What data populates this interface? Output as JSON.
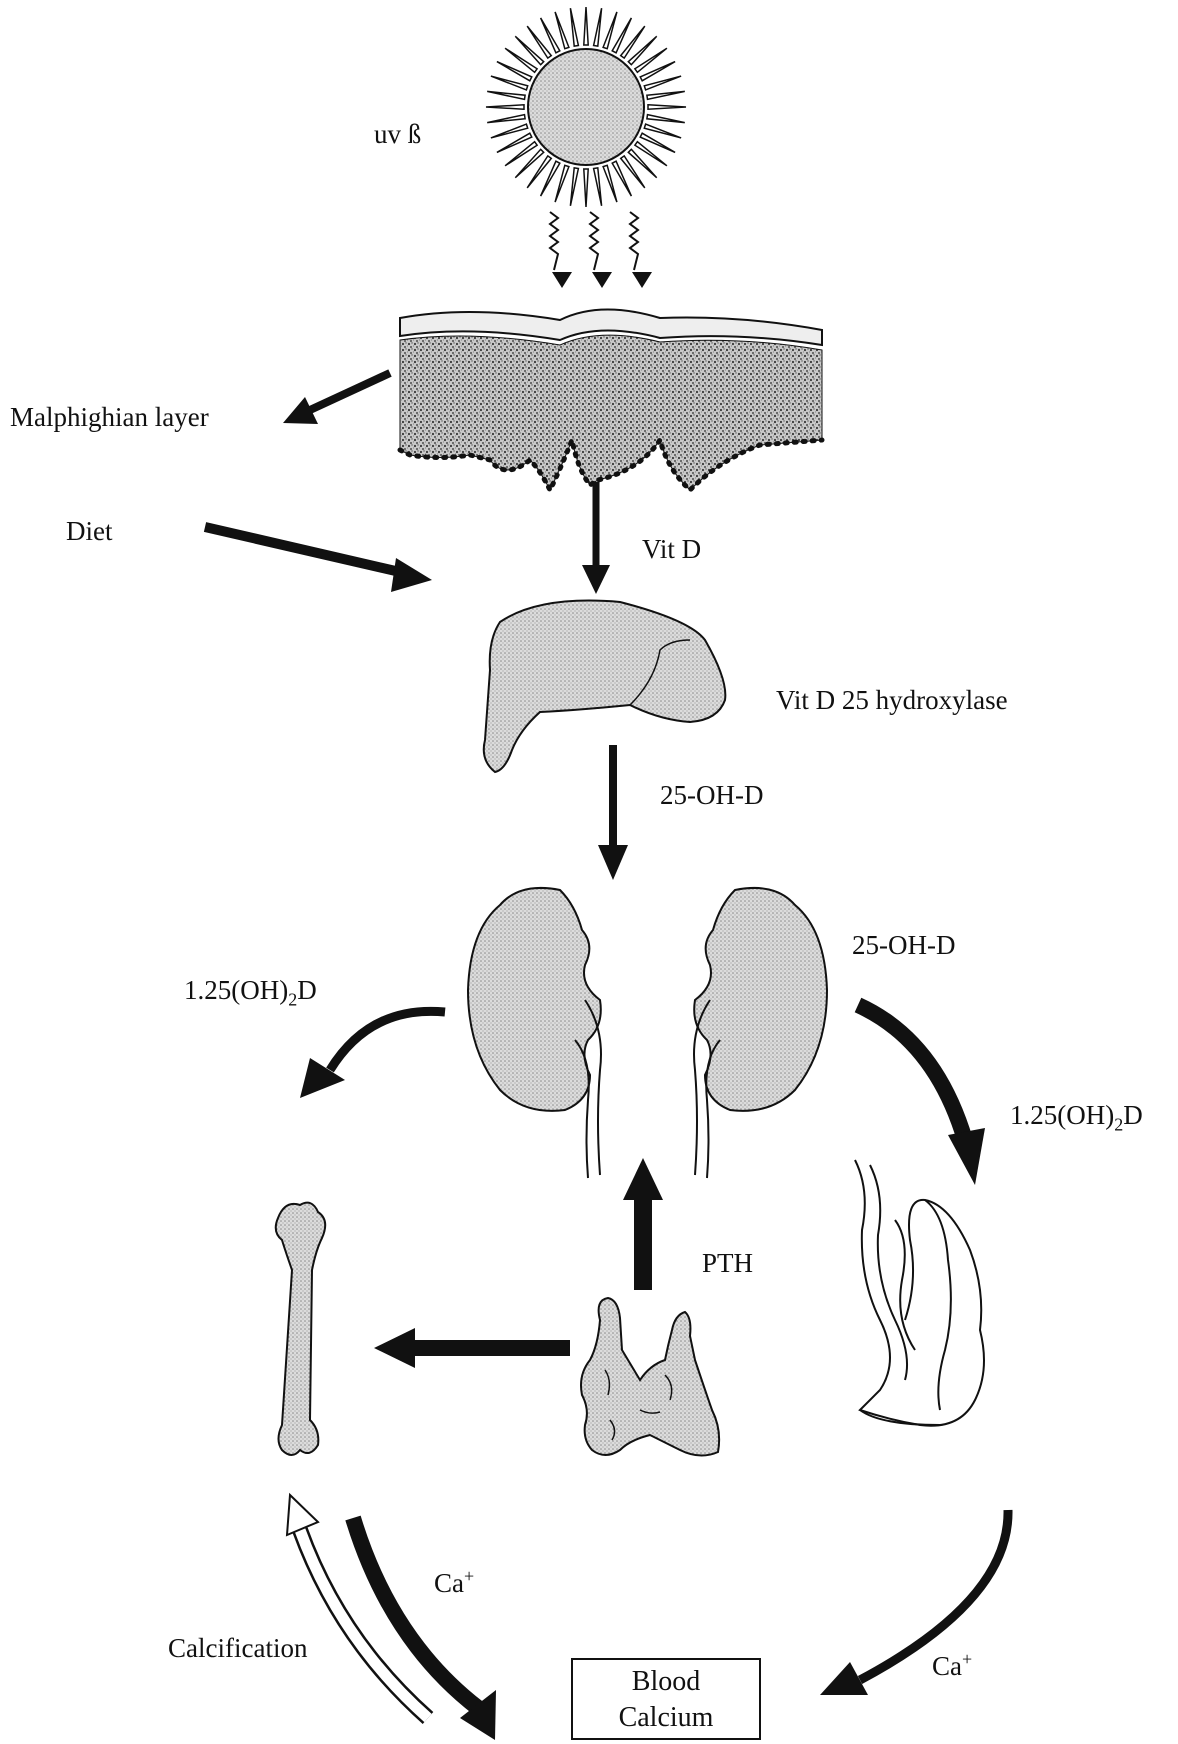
{
  "labels": {
    "uv": "uv ß",
    "malpighian": "Malphighian layer",
    "diet": "Diet",
    "vitd": "Vit  D",
    "hydroxylase": "Vit D 25 hydroxylase",
    "ohd_liver": "25-OH-D",
    "ohd_kidney": "25-OH-D",
    "dihydroxy_left": "1.25(OH)",
    "dihydroxy_left_sub": "2",
    "dihydroxy_left_tail": "D",
    "dihydroxy_right": "1.25(OH)",
    "dihydroxy_right_sub": "2",
    "dihydroxy_right_tail": "D",
    "pth": "PTH",
    "ca_left": "Ca",
    "ca_left_sup": "+",
    "ca_right": "Ca",
    "ca_right_sup": "+",
    "calcification": "Calcification",
    "blood_line1": "Blood",
    "blood_line2": "Calcium"
  },
  "icons": [
    "sun-icon",
    "skin-icon",
    "liver-icon",
    "kidney-icon",
    "intestine-icon",
    "bone-icon",
    "parathyroid-icon"
  ],
  "colors": {
    "ink": "#111111",
    "organ_fill": "#d3d3d3",
    "skin_fill": "#bdbdbd"
  }
}
